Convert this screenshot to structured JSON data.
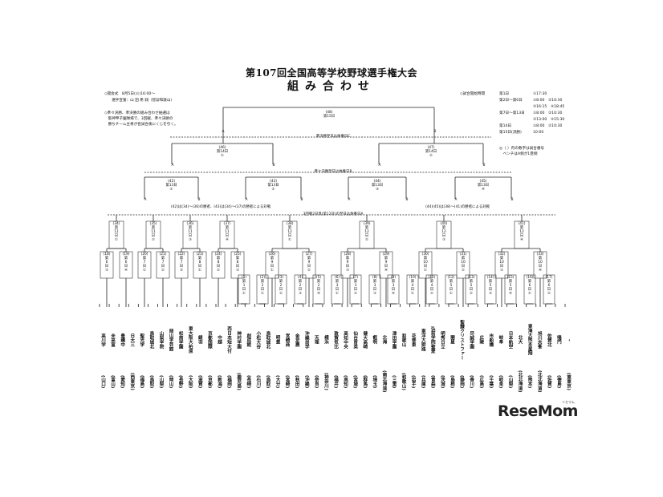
{
  "header": {
    "title": "第107回全国高等学校野球選手権大会",
    "subtitle": "組み合わせ"
  },
  "notes_left": {
    "opening": "◇開会式　8月5日(火)16:00〜",
    "oath": "　　選手宣誓：山 田 希 翔（智辯和歌山）",
    "rule1": "◇準々決勝、準決勝の組み合わせ抽選は",
    "rule2": "　阪神甲子園球場で、3回戦、準々決勝の",
    "rule3": "　勝ちチーム主将が各試合後にくじを引く。"
  },
  "schedule": {
    "heading": "◇試合開始時間",
    "rows": [
      {
        "day": "第1日",
        "times": "①17:30"
      },
      {
        "day": "第2日〜第6日",
        "times": "①8:00　②10:30"
      },
      {
        "day": "",
        "times": "③16:15　④18:45"
      },
      {
        "day": "第7日〜第13日",
        "times": "①8:00　②10:30"
      },
      {
        "day": "",
        "times": "③13:00　④15:30"
      },
      {
        "day": "第14日",
        "times": "①8:00　②10:30"
      },
      {
        "day": "第15日(決勝)",
        "times": "10:00"
      }
    ],
    "note1": "◎（ ）内の数字は試合番号",
    "note2": "　ベンチはA側が1塁側"
  },
  "final": {
    "label": "(48)\n第15日"
  },
  "semis": [
    {
      "label": "(46)\n第14日\n①"
    },
    {
      "label": "(47)\n第14日\n②"
    }
  ],
  "banners": {
    "semi_rest": "準決勝翌日は休養日C",
    "qf_rest": "準々決勝翌日は休養日B",
    "r3_rest": "3回戦2日目(第12日)の翌日は休養日A",
    "note_a": "(42)は(34)〜(36)の勝者、(43)は(34)〜(37)の勝者による対戦",
    "note_b": "(44)(45)は(38)〜(41)の勝者による対戦"
  },
  "quarterfinals": [
    {
      "label": "(42)\n第13日\n①"
    },
    {
      "label": "(43)\n第13日\n②"
    },
    {
      "label": "(44)\n第13日\n③"
    },
    {
      "label": "(45)\n第13日\n④"
    }
  ],
  "round3": [
    {
      "label": "(34)\n第\n11\n日\n①"
    },
    {
      "label": "(35)\n第\n11\n日\n②"
    },
    {
      "label": "(36)\n第\n11\n日\n③"
    },
    {
      "label": "(37)\n第\n11\n日\n④"
    },
    {
      "label": "(38)\n第\n12\n日\n①"
    },
    {
      "label": "(39)\n第\n12\n日\n②"
    },
    {
      "label": "(40)\n第\n12\n日\n③"
    },
    {
      "label": "(41)\n第\n12\n日\n④"
    }
  ],
  "round2": [
    {
      "label": "(18)\n第\n6\n日\n③"
    },
    {
      "label": "(19)\n第\n6\n日\n④"
    },
    {
      "label": "(20)\n第\n7\n日\n①"
    },
    {
      "label": "(21)\n第\n7\n日\n②"
    },
    {
      "label": "(22)\n第\n7\n日\n③"
    },
    {
      "label": "(23)\n第\n8\n日\n①"
    },
    {
      "label": "(24)\n第\n8\n日\n②"
    },
    {
      "label": "(25)\n第\n8\n日\n③"
    },
    {
      "label": "(26)\n第\n9\n日\n①"
    },
    {
      "label": "(27)\n第\n9\n日\n②"
    },
    {
      "label": "(28)\n第\n9\n日\n③"
    },
    {
      "label": "(29)\n第\n9\n日\n④"
    },
    {
      "label": "(30)\n第\n10\n日\n①"
    },
    {
      "label": "(31)\n第\n10\n日\n②"
    },
    {
      "label": "(32)\n第\n10\n日\n③"
    },
    {
      "label": "(33)\n第\n10\n日\n④"
    }
  ],
  "round1": [
    {
      "label": "(1)\n第\n1\n日\n①"
    },
    {
      "label": "(2)\n第\n2\n日\n①"
    },
    {
      "label": "(3)\n第\n2\n日\n②"
    },
    {
      "label": "(4)\n第\n2\n日\n③"
    },
    {
      "label": "(5)\n第\n2\n日\n④"
    },
    {
      "label": "(6)\n第\n3\n日\n①"
    },
    {
      "label": "(7)\n第\n3\n日\n②"
    },
    {
      "label": "(8)\n第\n3\n日\n③"
    },
    {
      "label": "(9)\n第\n3\n日\n④"
    },
    {
      "label": "(10)\n第\n4\n日\n①"
    },
    {
      "label": "(11)\n第\n4\n日\n②"
    },
    {
      "label": "(12)\n第\n5\n日\n①"
    },
    {
      "label": "(13)\n第\n5\n日\n②"
    },
    {
      "label": "(14)\n第\n5\n日\n③"
    },
    {
      "label": "(15)\n第\n5\n日\n④"
    },
    {
      "label": "(16)\n第\n6\n日\n①"
    },
    {
      "label": "(17)\n第\n6\n日\n②"
    }
  ],
  "teams": [
    {
      "school": "高川学",
      "pref": "(山口)"
    },
    {
      "school": "未来富",
      "pref": "(富山)"
    },
    {
      "school": "豊橋中",
      "pref": "(愛知)"
    },
    {
      "school": "日大三",
      "pref": "(西東京)"
    },
    {
      "school": "聖光学",
      "pref": "(福島)"
    },
    {
      "school": "鳥取城北",
      "pref": "(鳥取)"
    },
    {
      "school": "山梨学院",
      "pref": "(山梨)"
    },
    {
      "school": "岡山学芸館",
      "pref": "(岡山)"
    },
    {
      "school": "松商学園",
      "pref": "(長野)"
    },
    {
      "school": "東大阪大柏原",
      "pref": "(大阪)"
    },
    {
      "school": "綾羽",
      "pref": "(滋賀)"
    },
    {
      "school": "京都国際",
      "pref": "(京都)"
    },
    {
      "school": "中越",
      "pref": "(新潟)"
    },
    {
      "school": "西日本短大付",
      "pref": "(福岡)"
    },
    {
      "school": "神村学園",
      "pref": "(鹿児島)"
    },
    {
      "school": "創成館",
      "pref": "(長崎)"
    },
    {
      "school": "小松大谷",
      "pref": "(石川)"
    },
    {
      "school": "鳥取城北",
      "pref": "(鳥取)"
    },
    {
      "school": "明豊",
      "pref": "(大分)"
    },
    {
      "school": "宮崎商",
      "pref": "(宮崎)"
    },
    {
      "school": "金足農",
      "pref": "(秋田)"
    },
    {
      "school": "沖縄尚学",
      "pref": "(沖縄)"
    },
    {
      "school": "天理",
      "pref": "(奈良)"
    },
    {
      "school": "横浜",
      "pref": "(神奈川)"
    },
    {
      "school": "敦賀気比",
      "pref": "(福井)"
    },
    {
      "school": "高知中央",
      "pref": "(高知)"
    },
    {
      "school": "仙台育英",
      "pref": "(宮城)"
    },
    {
      "school": "健大高崎",
      "pref": "(群馬)"
    },
    {
      "school": "叡明",
      "pref": "(埼玉)"
    },
    {
      "school": "北海",
      "pref": "(南北海道)"
    },
    {
      "school": "津田学園",
      "pref": "(三重)"
    },
    {
      "school": "和歌山",
      "pref": "(和歌山)"
    },
    {
      "school": "花巻東",
      "pref": "(岩手)"
    },
    {
      "school": "東洋大姫路",
      "pref": "(兵庫)"
    },
    {
      "school": "弘前学院聖愛",
      "pref": "(青森)"
    },
    {
      "school": "明秀日立",
      "pref": "(茨城)"
    },
    {
      "school": "開星",
      "pref": "(島根)"
    },
    {
      "school": "聖隷クリストファー",
      "pref": "(静岡)"
    },
    {
      "school": "尽誠学園",
      "pref": "(香川)"
    },
    {
      "school": "広陵",
      "pref": "(広島)"
    },
    {
      "school": "市船橋",
      "pref": "(千葉)"
    },
    {
      "school": "岐阜",
      "pref": "(岐阜)"
    },
    {
      "school": "日本航空",
      "pref": "(山梨)"
    },
    {
      "school": "北大",
      "pref": "(北北海道)"
    },
    {
      "school": "東海大熊本星翔",
      "pref": "(熊本)"
    },
    {
      "school": "旭川志峯",
      "pref": "(北北海道)"
    },
    {
      "school": "佐賀北",
      "pref": "(佐賀)"
    },
    {
      "school": "鳴門",
      "pref": "(徳島)"
    },
    {
      "school": "ｰ",
      "pref": "(東東京)"
    }
  ],
  "logo": {
    "text": "ReseMom",
    "sub": "リセマム"
  }
}
